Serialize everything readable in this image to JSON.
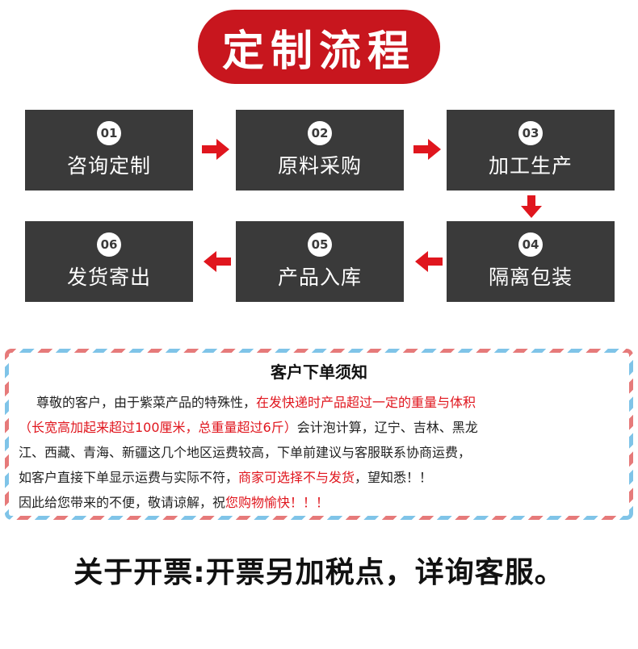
{
  "header": {
    "title": "定制流程"
  },
  "steps": [
    {
      "num": "01",
      "label": "咨询定制"
    },
    {
      "num": "02",
      "label": "原料采购"
    },
    {
      "num": "03",
      "label": "加工生产"
    },
    {
      "num": "04",
      "label": "隔离包装"
    },
    {
      "num": "05",
      "label": "产品入库"
    },
    {
      "num": "06",
      "label": "发货寄出"
    }
  ],
  "notice": {
    "title": "客户下单须知",
    "line1_a": "尊敬的客户，由于紫菜产品的特殊性，",
    "line1_b": "在发快递时产品超过一定的重量与体积",
    "line2_a": "（长宽高加起来超过100厘米，总重量超过6斤）",
    "line2_b": "会计泡计算，辽宁、吉林、黑龙",
    "line3": "江、西藏、青海、新疆这几个地区运费较高，下单前建议与客服联系协商运费，",
    "line4_a": "如客户直接下单显示运费与实际不符，",
    "line4_b": "商家可选择不与发货",
    "line4_c": "，望知悉！！",
    "line5_a": "因此给您带来的不便，敬请谅解，祝",
    "line5_b": "您购物愉快！！！"
  },
  "footer": {
    "invoice_note": "关于开票:开票另加税点，详询客服。"
  },
  "colors": {
    "accent_red": "#c8161e",
    "box_gray": "#3a3a3a",
    "arrow_red": "#e0161e"
  }
}
